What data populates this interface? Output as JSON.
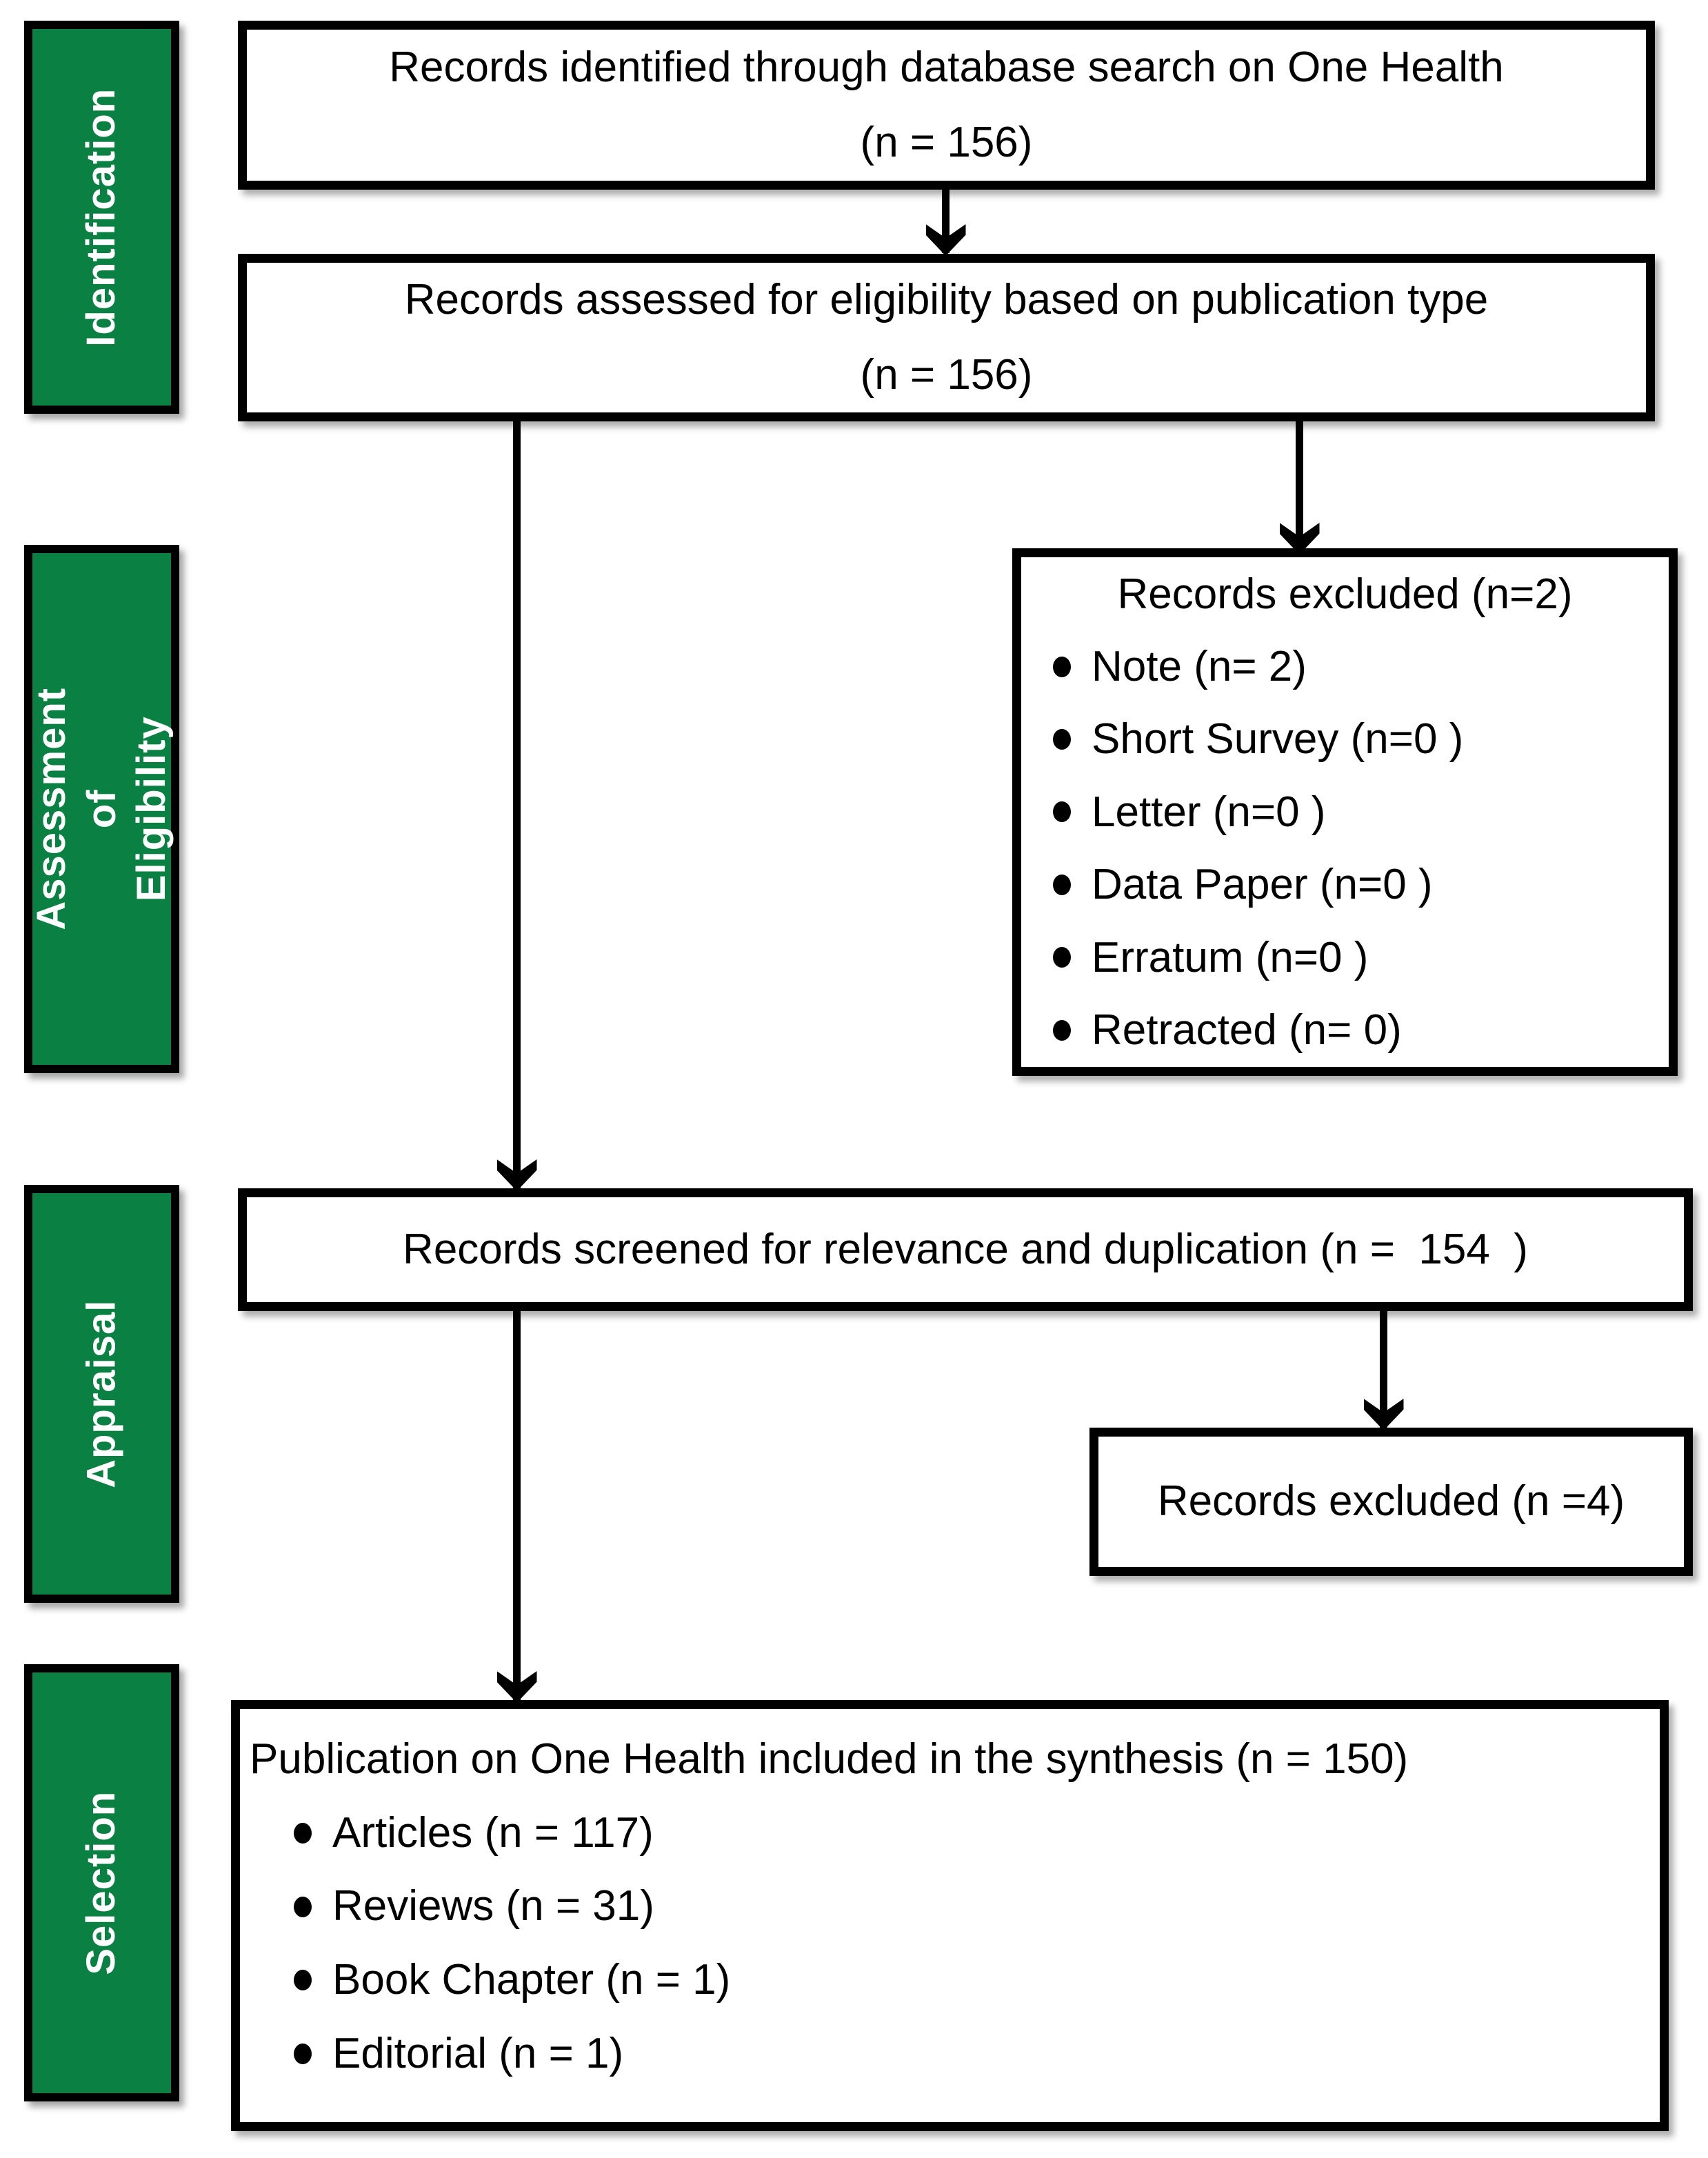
{
  "palette": {
    "green": "#0a8043",
    "black": "#000000",
    "white": "#ffffff"
  },
  "stages": [
    {
      "label": "Identification"
    },
    {
      "label": "Assessment of\nEligibility"
    },
    {
      "label": "Appraisal"
    },
    {
      "label": "Selection"
    }
  ],
  "boxes": {
    "identified": {
      "line1": "Records identified through database search on One Health",
      "line2": "(n = 156)"
    },
    "assessed": {
      "line1": "Records assessed for eligibility based on publication type",
      "line2": "(n = 156)"
    },
    "excluded_eligibility": {
      "title": "Records excluded (n=2)",
      "bullets": [
        "Note (n= 2)",
        "Short Survey (n=0 )",
        "Letter (n=0 )",
        "Data Paper (n=0 )",
        "Erratum (n=0 )",
        "Retracted (n= 0)"
      ]
    },
    "screened": {
      "line1": "Records screened for relevance and duplication (n =  154  )"
    },
    "excluded_screening": {
      "line1": "Records excluded (n =4)"
    },
    "included": {
      "title": "Publication on One Health included in the synthesis (n = 150)",
      "bullets": [
        "Articles (n = 117)",
        "Reviews (n = 31)",
        "Book Chapter (n = 1)",
        "Editorial (n = 1)"
      ]
    }
  }
}
